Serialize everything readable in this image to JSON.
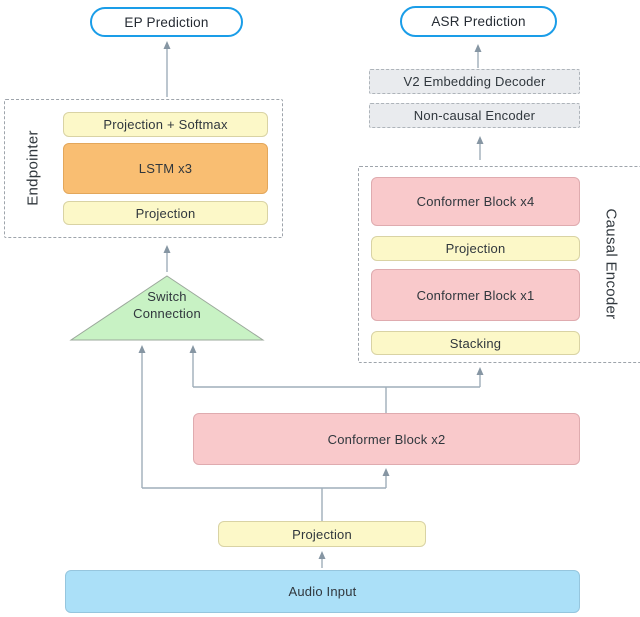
{
  "palette": {
    "pill-border": "#1A9DE8",
    "pill-text": "#252B33",
    "box-text": "#30373D",
    "yellow-fill": "#FCF8C8",
    "yellow-border": "#D9D3A4",
    "orange-fill": "#F9BE72",
    "orange-border": "#E3A75B",
    "pink-fill": "#F9C9CB",
    "pink-border": "#DFABAF",
    "green-fill": "#C8F2C4",
    "green-border": "#9BA89B",
    "blue-fill": "#ABE0F8",
    "blue-border": "#96C6DE",
    "gray-fill": "#E9EBEE",
    "gray-border": "#AEB4BA",
    "dash-border": "#9EA4AB",
    "arrow-line": "#9FAEBA",
    "arrow-head": "#8696A3"
  },
  "nodes": {
    "ep_prediction": "EP Prediction",
    "asr_prediction": "ASR Prediction",
    "v2_embedding_decoder": "V2 Embedding Decoder",
    "non_causal_encoder": "Non-causal Encoder",
    "endpointer": {
      "label": "Endpointer",
      "items": [
        "Projection + Softmax",
        "LSTM x3",
        "Projection"
      ]
    },
    "causal_encoder": {
      "label": "Causal Encoder",
      "items": [
        "Conformer Block x4",
        "Projection",
        "Conformer Block x1",
        "Stacking"
      ]
    },
    "switch_connection": {
      "line1": "Switch",
      "line2": "Connection"
    },
    "conformer_block_x2": "Conformer Block x2",
    "projection_frontend": "Projection",
    "audio_input": "Audio Input"
  }
}
